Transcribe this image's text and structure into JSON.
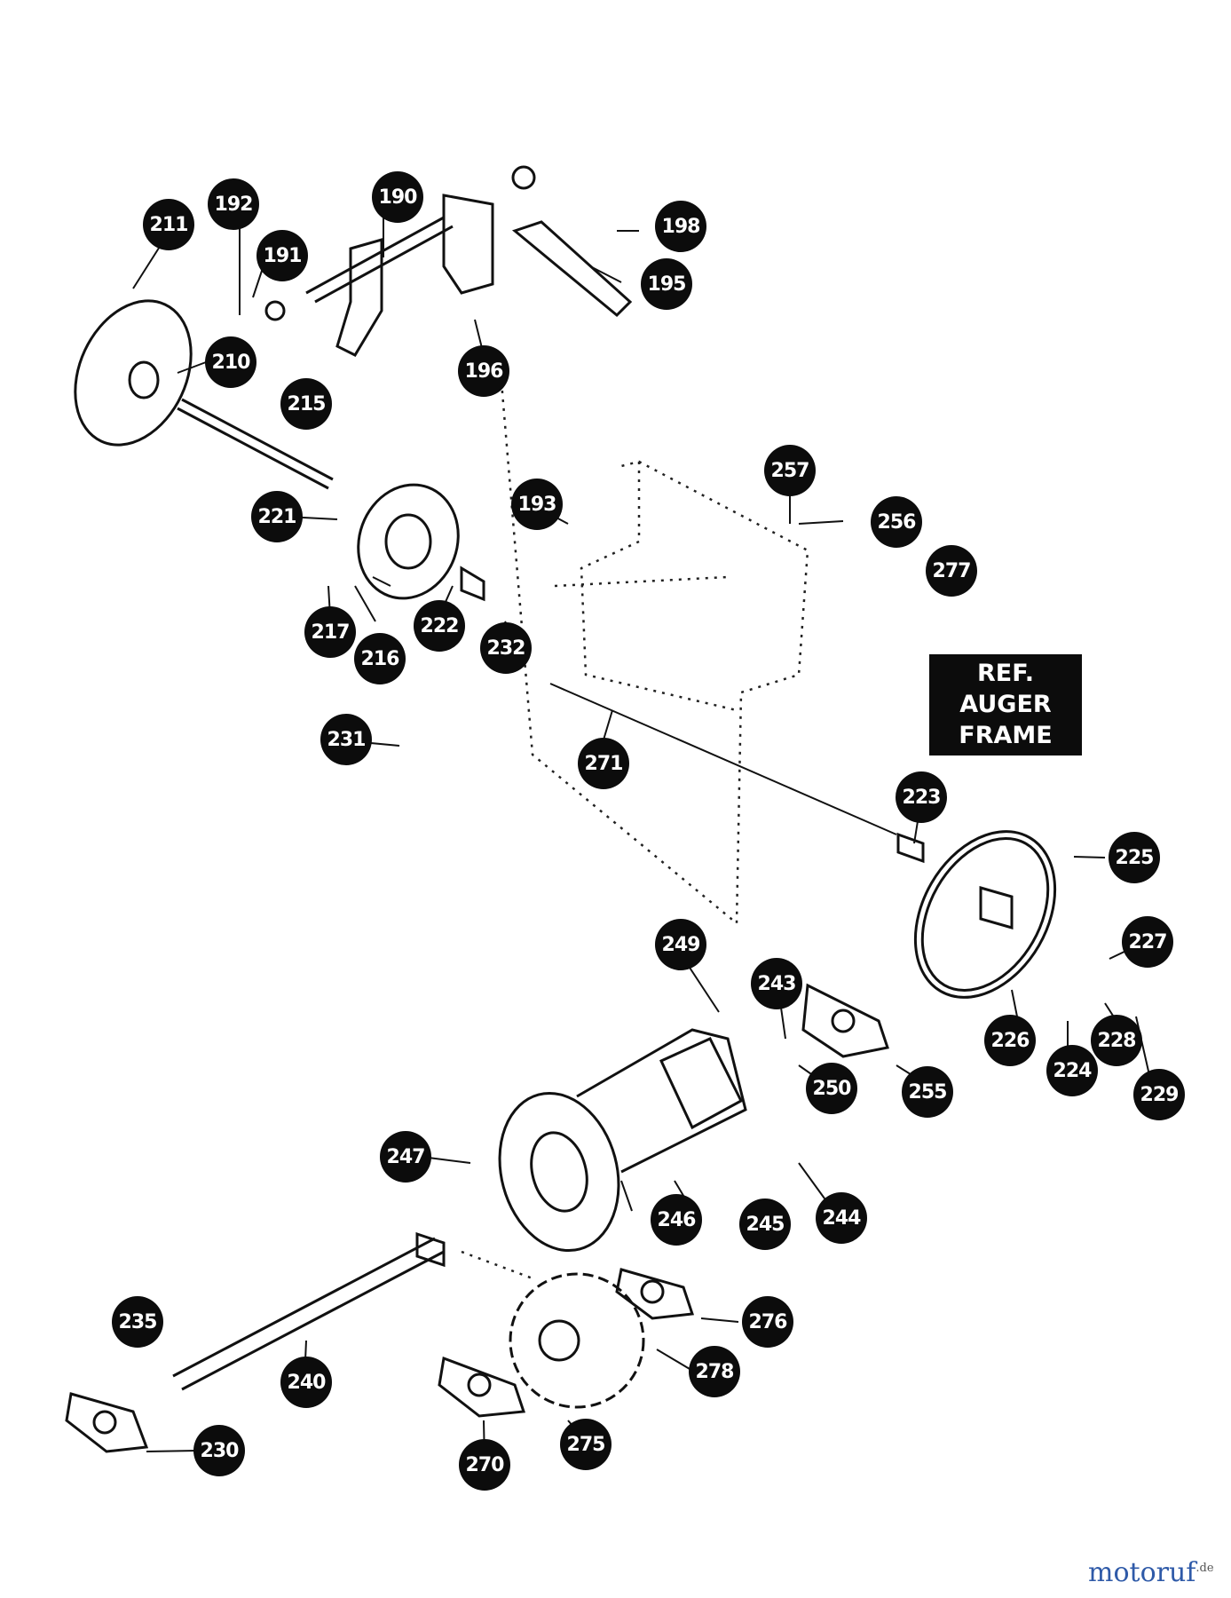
{
  "diagram": {
    "callouts": [
      {
        "id": "c211",
        "label": "211"
      },
      {
        "id": "c192",
        "label": "192"
      },
      {
        "id": "c190",
        "label": "190"
      },
      {
        "id": "c191",
        "label": "191"
      },
      {
        "id": "c198",
        "label": "198"
      },
      {
        "id": "c195",
        "label": "195"
      },
      {
        "id": "c210",
        "label": "210"
      },
      {
        "id": "c196",
        "label": "196"
      },
      {
        "id": "c215",
        "label": "215"
      },
      {
        "id": "c257",
        "label": "257"
      },
      {
        "id": "c193",
        "label": "193"
      },
      {
        "id": "c221",
        "label": "221"
      },
      {
        "id": "c256",
        "label": "256"
      },
      {
        "id": "c277",
        "label": "277"
      },
      {
        "id": "c217",
        "label": "217"
      },
      {
        "id": "c222",
        "label": "222"
      },
      {
        "id": "c232",
        "label": "232"
      },
      {
        "id": "c216",
        "label": "216"
      },
      {
        "id": "c231",
        "label": "231"
      },
      {
        "id": "c271",
        "label": "271"
      },
      {
        "id": "c223",
        "label": "223"
      },
      {
        "id": "c225",
        "label": "225"
      },
      {
        "id": "c249",
        "label": "249"
      },
      {
        "id": "c243",
        "label": "243"
      },
      {
        "id": "c227",
        "label": "227"
      },
      {
        "id": "c226",
        "label": "226"
      },
      {
        "id": "c228",
        "label": "228"
      },
      {
        "id": "c224",
        "label": "224"
      },
      {
        "id": "c250",
        "label": "250"
      },
      {
        "id": "c255",
        "label": "255"
      },
      {
        "id": "c229",
        "label": "229"
      },
      {
        "id": "c247",
        "label": "247"
      },
      {
        "id": "c246",
        "label": "246"
      },
      {
        "id": "c245",
        "label": "245"
      },
      {
        "id": "c244",
        "label": "244"
      },
      {
        "id": "c235",
        "label": "235"
      },
      {
        "id": "c276",
        "label": "276"
      },
      {
        "id": "c240",
        "label": "240"
      },
      {
        "id": "c278",
        "label": "278"
      },
      {
        "id": "c230",
        "label": "230"
      },
      {
        "id": "c275",
        "label": "275"
      },
      {
        "id": "c270",
        "label": "270"
      }
    ],
    "reference_box": {
      "line1": "REF.",
      "line2": "AUGER",
      "line3": "FRAME"
    },
    "watermark": {
      "brand": "motoruf",
      "tld": ".de"
    }
  }
}
